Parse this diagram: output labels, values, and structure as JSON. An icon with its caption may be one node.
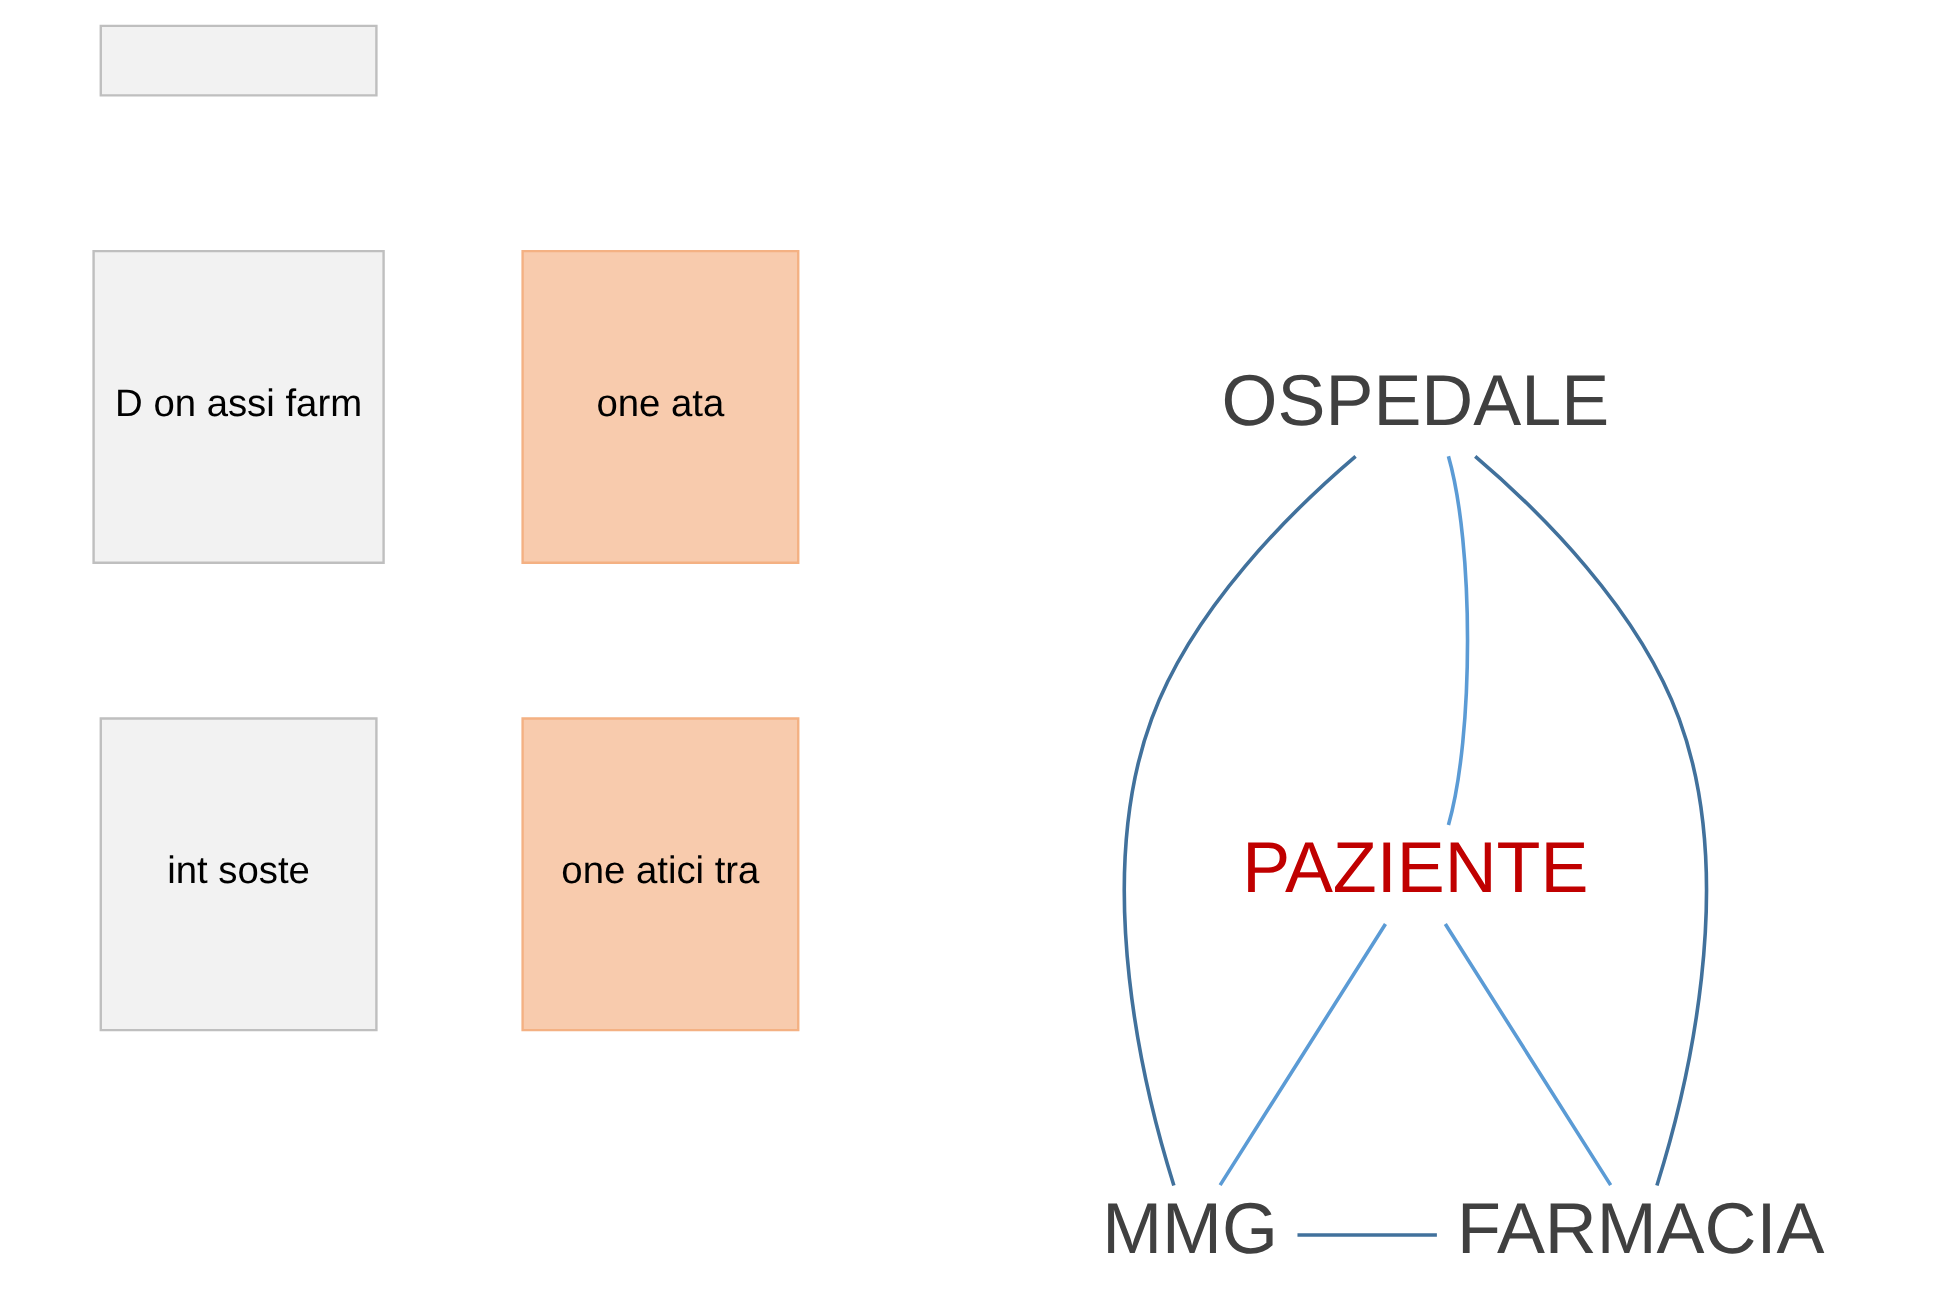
{
  "diagram": {
    "nodes": [
      {
        "text": [],
        "shape": "box"
      },
      {
        "text": [
          "one ata"
        ]
      },
      {
        "text": [
          "OSPEDALE"
        ]
      },
      {
        "text": [
          "D on assi farm"
        ]
      },
      {
        "text": [
          "one atici tra"
        ]
      },
      {
        "text": [
          "PAZIENTE"
        ]
      },
      {
        "text": [
          "int soste"
        ]
      },
      {
        "text": [
          "MMG"
        ]
      },
      {
        "text": [
          "FARMACIA"
        ]
      }
    ],
    "edges": [
      {
        "from": 2,
        "to": 7,
        "arrow": "none"
      },
      {
        "from": 2,
        "to": 5,
        "arrow": "none",
        "color": "#5b9bd5"
      },
      {
        "from": 2,
        "to": 8,
        "arrow": "none"
      },
      {
        "from": 5,
        "to": 7,
        "arrow": "none",
        "color": "#5b9bd5"
      },
      {
        "from": 5,
        "to": 8,
        "arrow": "none",
        "color": "#5b9bd5"
      },
      {
        "from": 7,
        "to": 8,
        "arrow": "none"
      }
    ]
  }
}
